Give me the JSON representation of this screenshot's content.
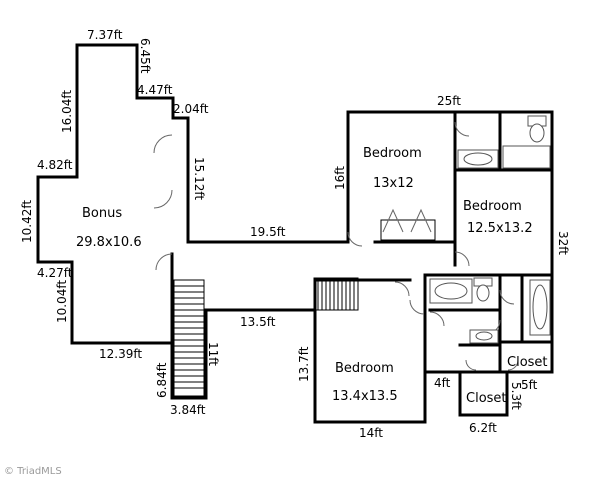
{
  "rooms": {
    "bonus": {
      "name": "Bonus",
      "size": "29.8x10.6"
    },
    "bedroom_top": {
      "name": "Bedroom",
      "size": "13x12"
    },
    "bedroom_right": {
      "name": "Bedroom",
      "size": "12.5x13.2"
    },
    "bedroom_bottom": {
      "name": "Bedroom",
      "size": "13.4x13.5"
    },
    "closet_right": {
      "name": "Closet"
    },
    "closet_bottom": {
      "name": "Closet"
    }
  },
  "dimensions": {
    "d_7_37": "7.37ft",
    "d_6_45": "6.45ft",
    "d_4_47": "4.47ft",
    "d_2_04": "2.04ft",
    "d_16_04": "16.04ft",
    "d_15_12": "15.12ft",
    "d_4_82": "4.82ft",
    "d_10_42": "10.42ft",
    "d_4_27": "4.27ft",
    "d_10_04": "10.04ft",
    "d_12_39": "12.39ft",
    "d_6_84": "6.84ft",
    "d_3_84": "3.84ft",
    "d_11": "11ft",
    "d_19_5": "19.5ft",
    "d_25": "25ft",
    "d_16": "16ft",
    "d_32": "32ft",
    "d_13_5": "13.5ft",
    "d_13_7": "13.7ft",
    "d_14": "14ft",
    "d_4": "4ft",
    "d_5": "5ft",
    "d_5_3": "5.3ft",
    "d_6_2": "6.2ft"
  },
  "watermark": "© TriadMLS"
}
